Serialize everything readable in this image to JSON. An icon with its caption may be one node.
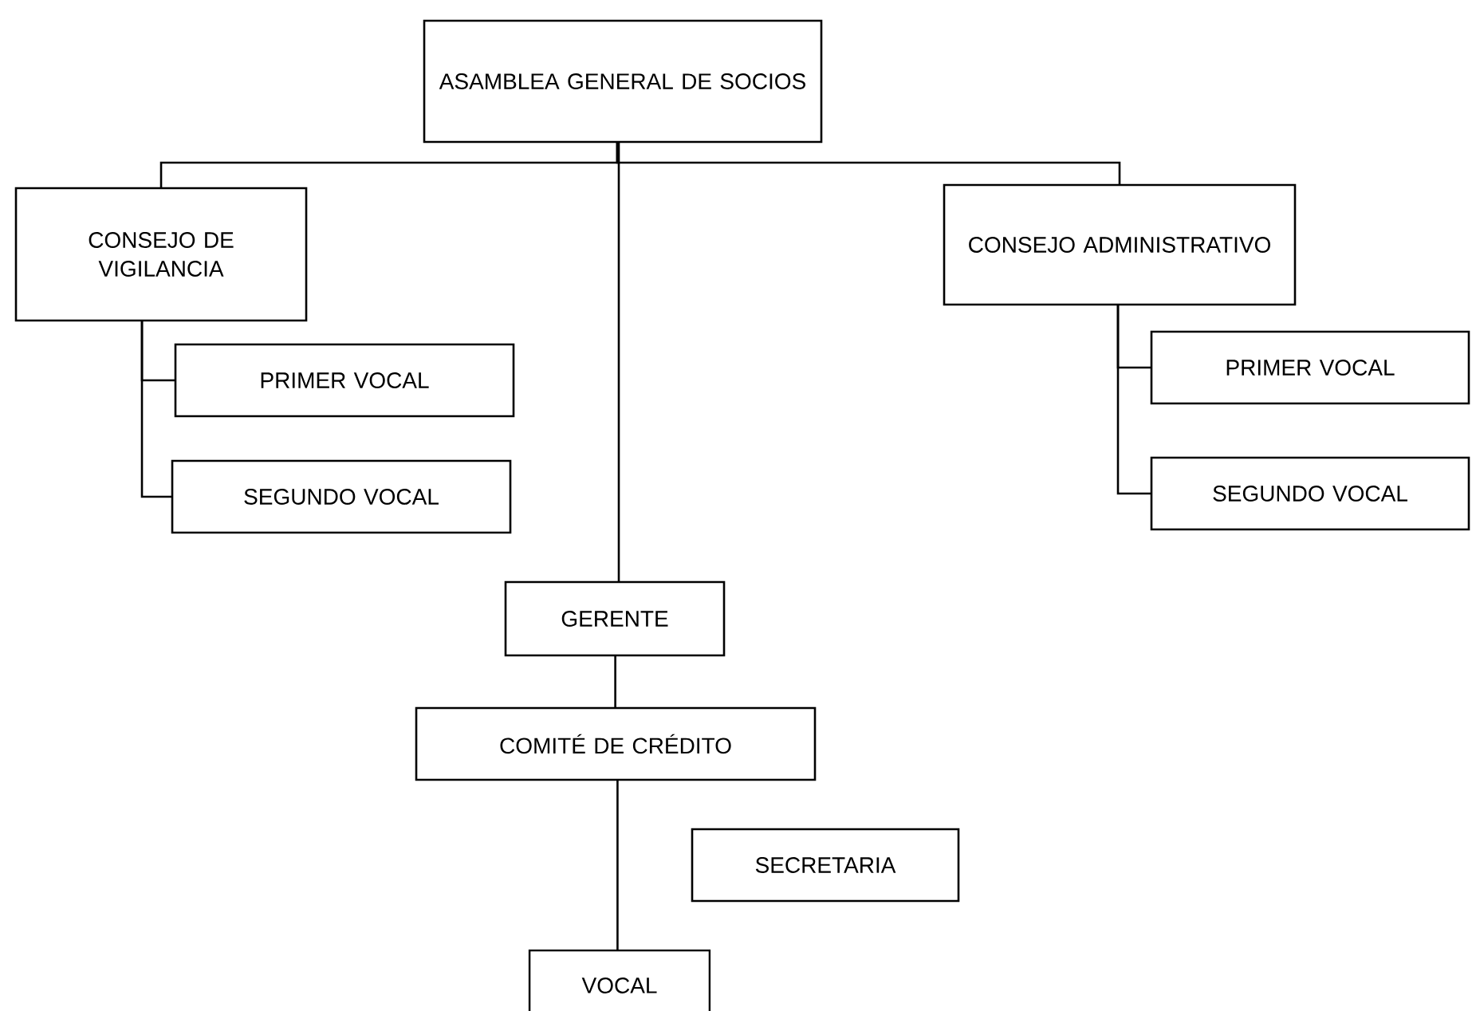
{
  "diagram": {
    "nodes": [
      {
        "text": [
          "ASAMBLEA GENERAL DE SOCIOS"
        ]
      },
      {
        "text": [
          "CONSEJO DE VIGILANCIA"
        ]
      },
      {
        "text": [
          "PRIMER VOCAL"
        ]
      },
      {
        "text": [
          "SEGUNDO VOCAL"
        ]
      },
      {
        "text": [
          "CONSEJO ADMINISTRATIVO"
        ]
      },
      {
        "text": [
          "PRIMER VOCAL"
        ]
      },
      {
        "text": [
          "SEGUNDO VOCAL"
        ]
      },
      {
        "text": [
          "GERENTE"
        ]
      },
      {
        "text": [
          "COMITÉ DE CRÉDITO"
        ]
      },
      {
        "text": [
          "SECRETARIA"
        ]
      },
      {
        "text": [
          "VOCAL"
        ]
      }
    ],
    "edges": [
      {
        "from": 0,
        "to": 1,
        "arrow": "none"
      },
      {
        "from": 0,
        "to": 4,
        "arrow": "none"
      },
      {
        "from": 0,
        "to": 7,
        "arrow": "none"
      },
      {
        "from": 1,
        "to": 2,
        "arrow": "none"
      },
      {
        "from": 1,
        "to": 3,
        "arrow": "none"
      },
      {
        "from": 4,
        "to": 5,
        "arrow": "none"
      },
      {
        "from": 4,
        "to": 6,
        "arrow": "none"
      },
      {
        "from": 7,
        "to": 8,
        "arrow": "none"
      },
      {
        "from": 8,
        "to": 10,
        "arrow": "none"
      }
    ]
  }
}
